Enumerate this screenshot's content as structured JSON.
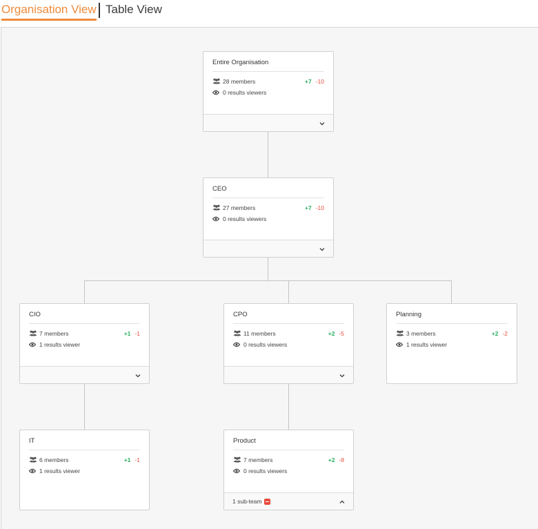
{
  "tabs": {
    "organisation_view": "Organisation View",
    "table_view": "Table View"
  },
  "colors": {
    "accent": "#ef8a3a",
    "positive": "#27ae60",
    "negative": "#e74c3c"
  },
  "nodes": {
    "entire": {
      "title": "Entire Organisation",
      "members": "28 members",
      "viewers": "0 results viewers",
      "plus": "+7",
      "minus": "-10"
    },
    "ceo": {
      "title": "CEO",
      "members": "27 members",
      "viewers": "0 results viewers",
      "plus": "+7",
      "minus": "-10"
    },
    "cio": {
      "title": "CIO",
      "members": "7 members",
      "viewers": "1 results viewer",
      "plus": "+1",
      "minus": "-1"
    },
    "cpo": {
      "title": "CPO",
      "members": "11 members",
      "viewers": "0 results viewers",
      "plus": "+2",
      "minus": "-5"
    },
    "planning": {
      "title": "Planning",
      "members": "3 members",
      "viewers": "1 results viewer",
      "plus": "+2",
      "minus": "-2"
    },
    "it": {
      "title": "IT",
      "members": "6 members",
      "viewers": "1 results viewer",
      "plus": "+1",
      "minus": "-1"
    },
    "product": {
      "title": "Product",
      "members": "7 members",
      "viewers": "0 results viewers",
      "plus": "+2",
      "minus": "-8",
      "subteam": "1 sub-team"
    }
  },
  "icons": {
    "members": "people-icon",
    "viewers": "eye-icon",
    "expand": "chevron-down-icon",
    "collapse": "chevron-up-icon",
    "subteam": "minus-badge-icon"
  }
}
